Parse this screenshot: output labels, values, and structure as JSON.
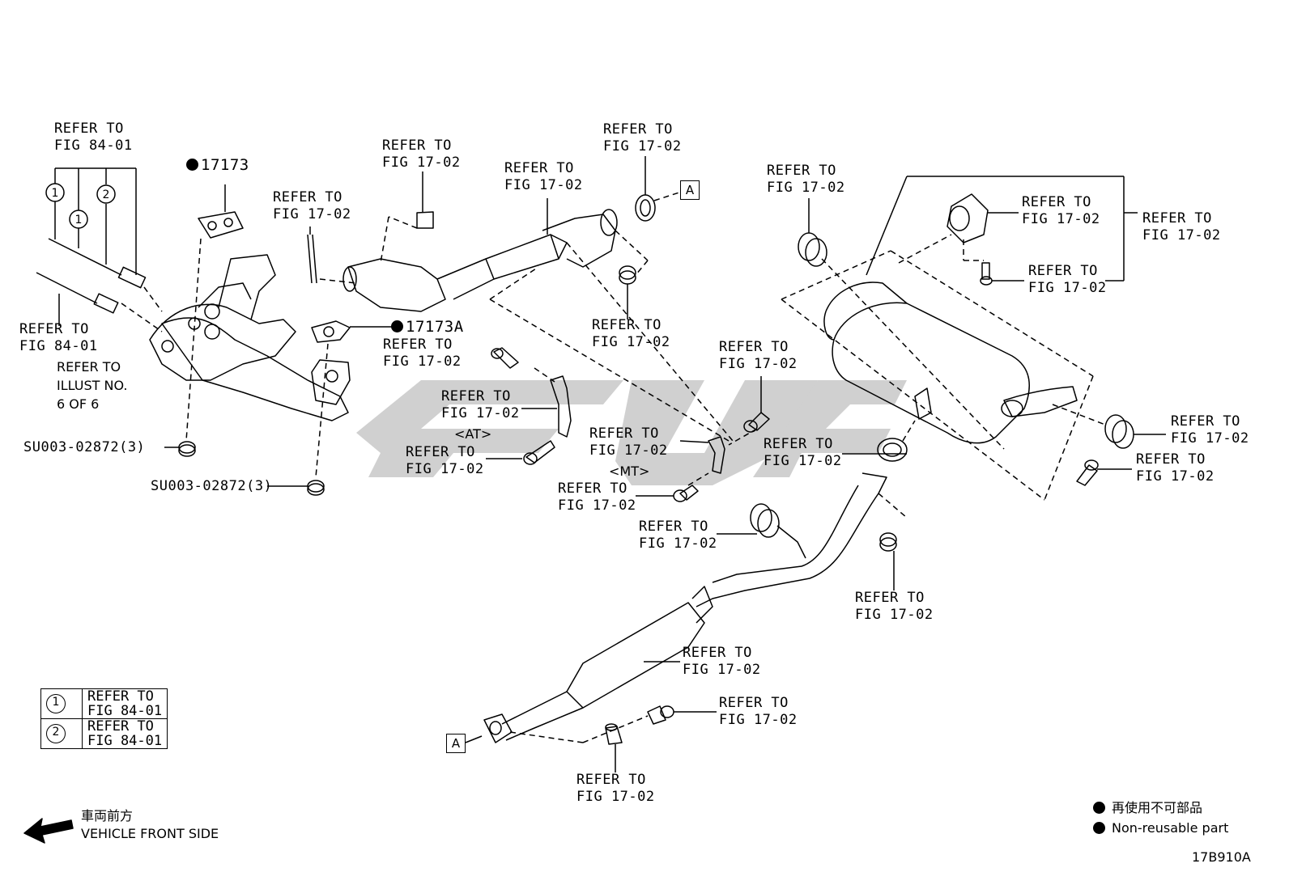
{
  "labels": {
    "refer_to": "REFER TO",
    "fig_84_01": "FIG 84-01",
    "fig_17_02": "FIG 17-02",
    "illust_line1": "REFER TO",
    "illust_line2": "ILLUST NO.",
    "illust_line3": "6 OF 6",
    "at": "<AT>",
    "mt": "<MT>",
    "su_part": "SU003-02872(3)"
  },
  "parts": {
    "gasket_17173": "17173",
    "gasket_17173a": "17173A"
  },
  "callouts": {
    "a": "A",
    "one": "1",
    "two": "2"
  },
  "legend_table": {
    "rows": [
      {
        "num": "1",
        "line1": "REFER TO",
        "line2": "FIG 84-01"
      },
      {
        "num": "2",
        "line1": "REFER TO",
        "line2": "FIG 84-01"
      }
    ]
  },
  "front": {
    "jp": "車両前方",
    "en": "VEHICLE FRONT SIDE"
  },
  "non_reusable": {
    "jp": "再使用不可部品",
    "en": "Non-reusable part"
  },
  "figure_code": "17B910A",
  "colors": {
    "ink": "#000000",
    "watermark": "#c8c8c8",
    "background": "#ffffff"
  }
}
